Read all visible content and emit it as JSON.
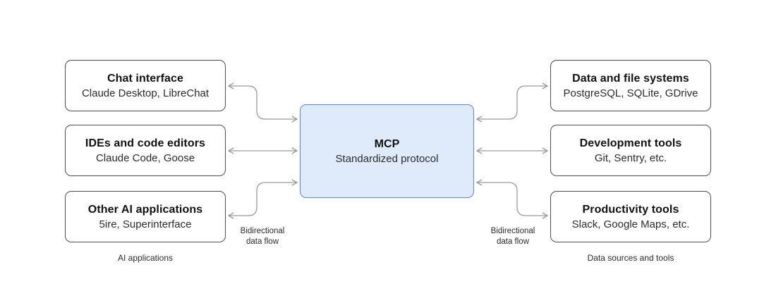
{
  "colors": {
    "mcp-fill": "#dfeafb",
    "mcp-border": "#5c87d6",
    "box-border": "#4d4d4d",
    "arrow": "#9b9b9b",
    "text": "#111111",
    "muted": "#2b2b2b"
  },
  "center": {
    "title": "MCP",
    "subtitle": "Standardized protocol"
  },
  "left_column": {
    "boxes": [
      {
        "title": "Chat interface",
        "subtitle": "Claude Desktop, LibreChat"
      },
      {
        "title": "IDEs and code editors",
        "subtitle": "Claude Code, Goose"
      },
      {
        "title": "Other AI applications",
        "subtitle": "5ire, Superinterface"
      }
    ],
    "caption": "AI applications",
    "flow_label": {
      "line1": "Bidirectional",
      "line2": "data flow"
    }
  },
  "right_column": {
    "boxes": [
      {
        "title": "Data and file systems",
        "subtitle": "PostgreSQL, SQLite, GDrive"
      },
      {
        "title": "Development tools",
        "subtitle": "Git, Sentry, etc."
      },
      {
        "title": "Productivity tools",
        "subtitle": "Slack, Google Maps, etc."
      }
    ],
    "caption": "Data sources and tools",
    "flow_label": {
      "line1": "Bidirectional",
      "line2": "data flow"
    }
  }
}
